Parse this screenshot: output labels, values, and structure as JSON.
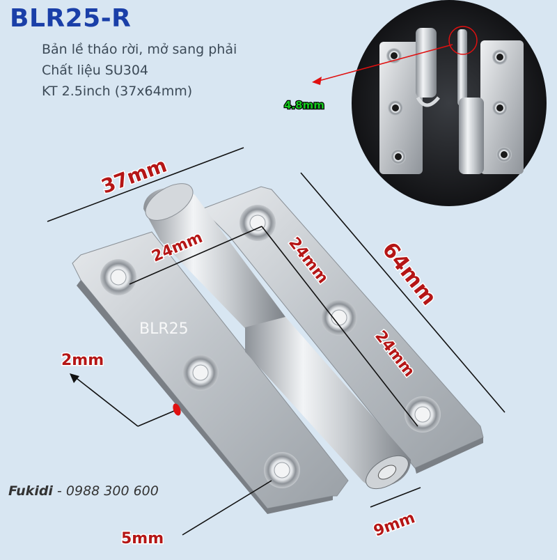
{
  "title": "BLR25-R",
  "description": [
    "Bản lề tháo rời, mở sang phải",
    "Chất liệu SU304",
    "KT 2.5inch (37x64mm)"
  ],
  "contact": {
    "brand": "Fukidi",
    "separator": " - ",
    "phone": "0988 300 600"
  },
  "watermark": "BLR25",
  "dimensions": {
    "pin": "4.8mm",
    "width": "37mm",
    "height": "64mm",
    "hole_spacing_left": "24mm",
    "hole_spacing_right_top": "24mm",
    "hole_spacing_right_bottom": "24mm",
    "thickness": "2mm",
    "hole": "5mm",
    "knuckle": "9mm"
  },
  "colors": {
    "background": "#d8e6f2",
    "title": "#1a3fa8",
    "dimension_text": "#b51616",
    "pin_text": "#14c81e",
    "marker": "#e01010"
  }
}
